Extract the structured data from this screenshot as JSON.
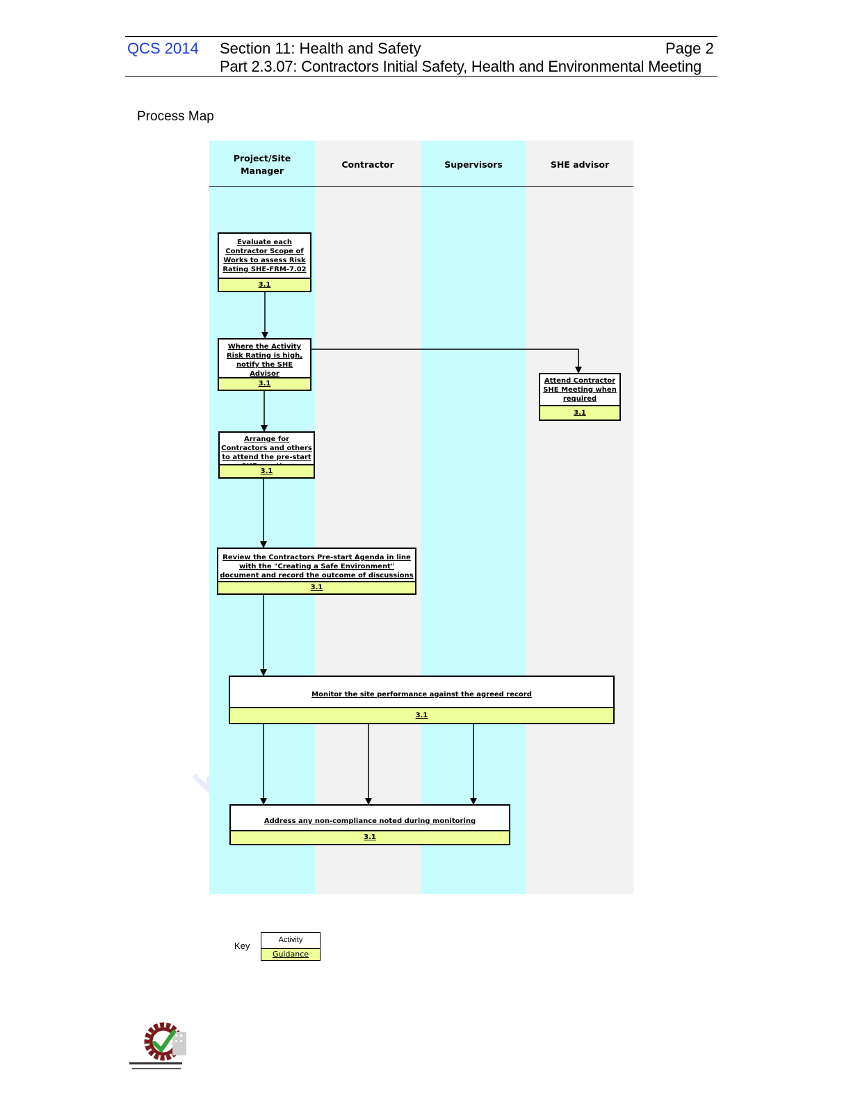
{
  "header": {
    "code": "QCS 2014",
    "section": "Section  11:  Health and Safety",
    "page": "Page 2",
    "part": "Part 2.3.07:  Contractors Initial Safety, Health and Environmental Meeting"
  },
  "page_title": "Process Map",
  "lanes": [
    {
      "label_line1": "Project/Site",
      "label_line2": "Manager",
      "color": "#c8fdff"
    },
    {
      "label": "Contractor",
      "color": "#f2f2f2"
    },
    {
      "label": "Supervisors",
      "color": "#c8fdff"
    },
    {
      "label": "SHE advisor",
      "color": "#f2f2f2"
    }
  ],
  "activities": {
    "a1": {
      "text": "Evaluate each Contractor Scope of Works to assess Risk Rating SHE-FRM-7.02",
      "guidance": "3.1"
    },
    "a2": {
      "text": "Where the Activity Risk Rating is high, notify the SHE Advisor",
      "guidance": "3.1"
    },
    "a3": {
      "text": "Attend Contractor SHE Meeting when required",
      "guidance": "3.1"
    },
    "a4": {
      "text": "Arrange for Contractors and others to attend the pre-start SHE meeting",
      "guidance": "3.1"
    },
    "a5": {
      "text": "Review the Contractors Pre-start Agenda in line with the \"Creating a Safe Environment\" document and record the outcome of discussions",
      "guidance": "3.1"
    },
    "a6": {
      "text": "Monitor the site performance against the agreed record",
      "guidance": "3.1"
    },
    "a7": {
      "text": "Address any non-compliance noted during monitoring",
      "guidance": "3.1"
    }
  },
  "key": {
    "label": "Key",
    "activity": "Activity",
    "guidance": "Guidance"
  },
  "colors": {
    "lane_cyan": "#c8fdff",
    "lane_grey": "#f2f2f2",
    "guidance_fill": "#eeff99",
    "header_code": "#1f3fd6"
  }
}
